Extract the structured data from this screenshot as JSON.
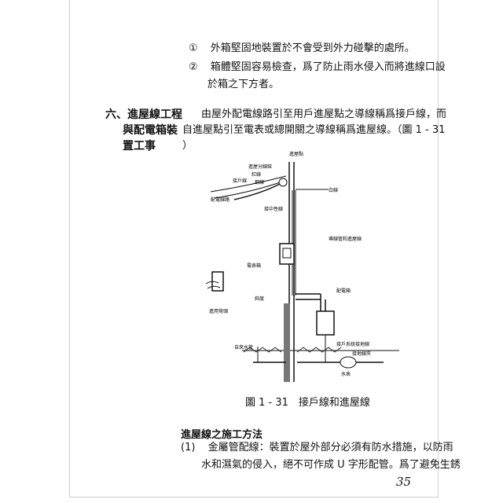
{
  "list_top": [
    {
      "num": "①",
      "lines": [
        "外箱堅固地裝置於不會受到外力碰擊的處所。"
      ]
    },
    {
      "num": "②",
      "lines": [
        "箱體堅固容易檢查，爲了防止雨水侵入而將進線口設",
        "於箱之下方者。"
      ]
    }
  ],
  "section": {
    "heading_lines": [
      "六、進屋線工程",
      "與配電箱裝",
      "置工事"
    ],
    "para_lines": [
      "由屋外配電線路引至用戶進屋點之導線稱爲接戶線，而",
      "自進屋點引至電表或總開關之導線稱爲進屋線。（圖 1 - 31",
      "）"
    ]
  },
  "figure": {
    "labels": {
      "entry_point": "進屋點",
      "service_insulator": "進屋分線鈕",
      "red_line": "紅線",
      "steel_wire": "鋼線",
      "service_drop": "接戶線",
      "distribution_line": "配電線路",
      "neutral": "接中性線",
      "white_line": "白線",
      "conduit": "導線管和進屋線",
      "meter_box": "電表箱",
      "service_head": "進用彎頭",
      "slope": "斜度",
      "panel": "配電箱",
      "water_pipe": "自來水管",
      "ground_conductor": "接戶系統接地線",
      "ground_wire": "接地線夾",
      "water_meter": "水表"
    }
  },
  "caption": "圖 1 - 31　接戶線和進屋線",
  "method": {
    "heading": "進屋線之施工方法",
    "item_num": "(1)",
    "lines": [
      "金屬管配線：裝置於屋外部分必須有防水措施，以防雨",
      "水和濕氣的侵入，絕不可作成 U 字形配管。爲了避免生銹"
    ]
  },
  "page_number": "35"
}
